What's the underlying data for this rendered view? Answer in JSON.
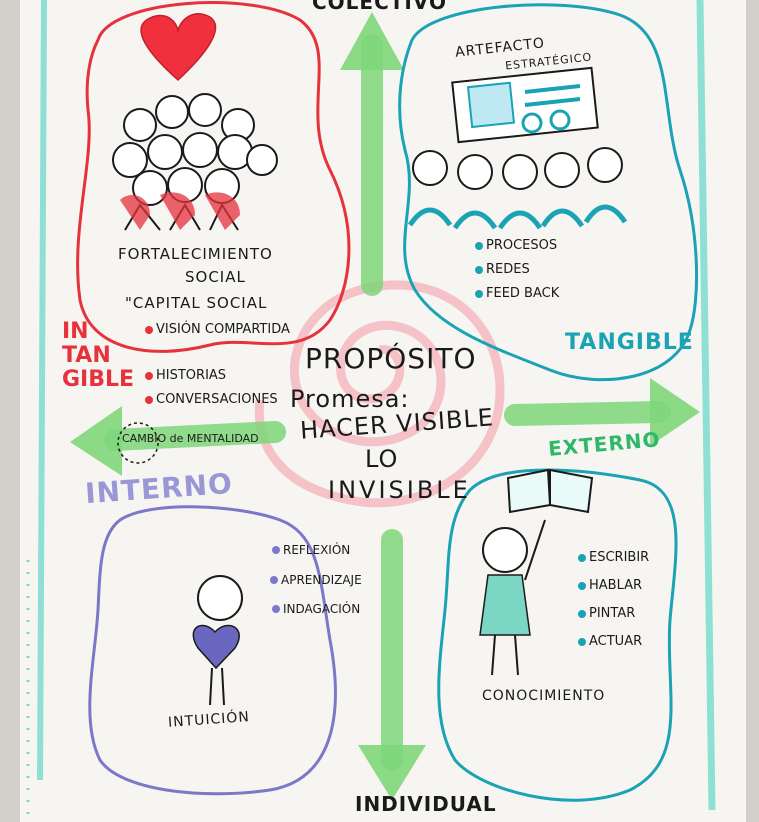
{
  "labels": {
    "colectivo": "COLECTIVO",
    "individual": "INDIVIDUAL",
    "tangible": "TANGIBLE",
    "intangible": [
      "IN",
      "TAN",
      "GIBLE"
    ],
    "interno": "INTERNO",
    "externo": "EXTERNO"
  },
  "center": {
    "title": "PROPÓSITO",
    "promesa": "Promesa:",
    "lines": [
      "HACER VISIBLE",
      "LO",
      "INVISIBLE"
    ]
  },
  "top_left": {
    "title_lines": [
      "FORTALECIMIENTO",
      "SOCIAL"
    ],
    "subtitle": "\"CAPITAL SOCIAL",
    "items": [
      "VISIÓN COMPARTIDA",
      "HISTORIAS",
      "CONVERSACIONES"
    ],
    "note": "CAMBIO de MENTALIDAD"
  },
  "top_right": {
    "title_lines": [
      "ARTEFACTO",
      "ESTRATÉGICO"
    ],
    "items": [
      "PROCESOS",
      "REDES",
      "FEED BACK"
    ]
  },
  "bottom_left": {
    "items": [
      "REFLEXIÓN",
      "APRENDIZAJE",
      "INDAGACIÓN"
    ],
    "caption": "INTUICIÓN"
  },
  "bottom_right": {
    "items": [
      "ESCRIBIR",
      "HABLAR",
      "PINTAR",
      "ACTUAR"
    ],
    "caption": "CONOCIMIENTO"
  },
  "colors": {
    "paper": "#f7f5f1",
    "red": "#e5323d",
    "teal": "#1aa2b5",
    "green": "#7fd67a",
    "purple": "#7b78c9",
    "mint": "#7cd6c4",
    "pink": "#f3b8c0",
    "ink": "#1a1a1a"
  }
}
